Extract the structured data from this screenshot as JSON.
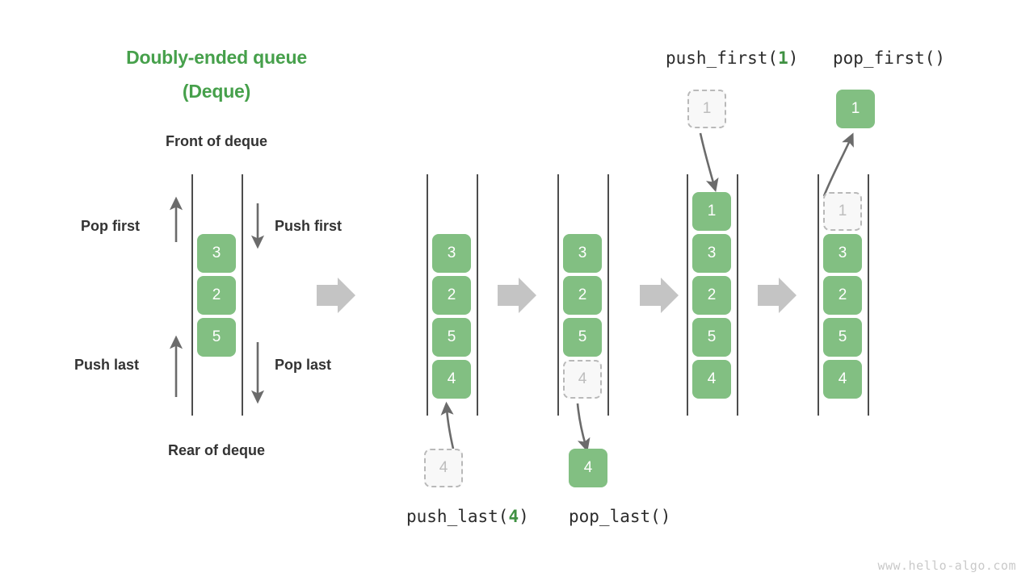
{
  "title": {
    "line1": "Doubly-ended queue",
    "line2": "(Deque)"
  },
  "labels": {
    "front": "Front of deque",
    "rear": "Rear of deque",
    "pop_first": "Pop first",
    "push_first": "Push first",
    "push_last": "Push last",
    "pop_last": "Pop last"
  },
  "operations": {
    "push_first": {
      "name": "push_first(",
      "arg": "1",
      "close": ")"
    },
    "pop_first": {
      "name": "pop_first()"
    },
    "push_last": {
      "name": "push_last(",
      "arg": "4",
      "close": ")"
    },
    "pop_last": {
      "name": "pop_last()"
    }
  },
  "colors": {
    "accent_green": "#46a04b",
    "box_green": "#82bf82",
    "arg_green": "#3f9142",
    "rail": "#4d4d4d",
    "arrow": "#6b6b6b",
    "block_arrow": "#c4c4c4",
    "ghost_border": "#b9b9b9",
    "ghost_fill": "#f8f8f8",
    "ghost_text": "#bdbdbd",
    "text": "#333333",
    "watermark": "#c9c9c9"
  },
  "stacks": [
    {
      "id": "stack-initial",
      "items": [
        {
          "value": "3",
          "state": "solid"
        },
        {
          "value": "2",
          "state": "solid"
        },
        {
          "value": "5",
          "state": "solid"
        }
      ]
    },
    {
      "id": "stack-push-last-result",
      "items": [
        {
          "value": "3",
          "state": "solid"
        },
        {
          "value": "2",
          "state": "solid"
        },
        {
          "value": "5",
          "state": "solid"
        },
        {
          "value": "4",
          "state": "solid"
        }
      ],
      "floating": {
        "value": "4",
        "state": "ghost",
        "position": "below"
      }
    },
    {
      "id": "stack-pop-last-source",
      "items": [
        {
          "value": "3",
          "state": "solid"
        },
        {
          "value": "2",
          "state": "solid"
        },
        {
          "value": "5",
          "state": "solid"
        },
        {
          "value": "4",
          "state": "ghost"
        }
      ],
      "floating": {
        "value": "4",
        "state": "solid",
        "position": "below"
      }
    },
    {
      "id": "stack-push-first-result",
      "items": [
        {
          "value": "1",
          "state": "solid"
        },
        {
          "value": "3",
          "state": "solid"
        },
        {
          "value": "2",
          "state": "solid"
        },
        {
          "value": "5",
          "state": "solid"
        },
        {
          "value": "4",
          "state": "solid"
        }
      ],
      "floating": {
        "value": "1",
        "state": "ghost",
        "position": "above"
      }
    },
    {
      "id": "stack-pop-first-source",
      "items": [
        {
          "value": "1",
          "state": "ghost"
        },
        {
          "value": "3",
          "state": "solid"
        },
        {
          "value": "2",
          "state": "solid"
        },
        {
          "value": "5",
          "state": "solid"
        },
        {
          "value": "4",
          "state": "solid"
        }
      ],
      "floating": {
        "value": "1",
        "state": "solid",
        "position": "above"
      }
    }
  ],
  "boxes": {
    "s0_3": "3",
    "s0_2": "2",
    "s0_5": "5",
    "s1_3": "3",
    "s1_2": "2",
    "s1_5": "5",
    "s1_4": "4",
    "s1_float": "4",
    "s2_3": "3",
    "s2_2": "2",
    "s2_5": "5",
    "s2_4g": "4",
    "s2_float": "4",
    "s3_1": "1",
    "s3_3": "3",
    "s3_2": "2",
    "s3_5": "5",
    "s3_4": "4",
    "s3_float": "1",
    "s4_1g": "1",
    "s4_3": "3",
    "s4_2": "2",
    "s4_5": "5",
    "s4_4": "4",
    "s4_float": "1"
  },
  "watermark": "www.hello-algo.com"
}
